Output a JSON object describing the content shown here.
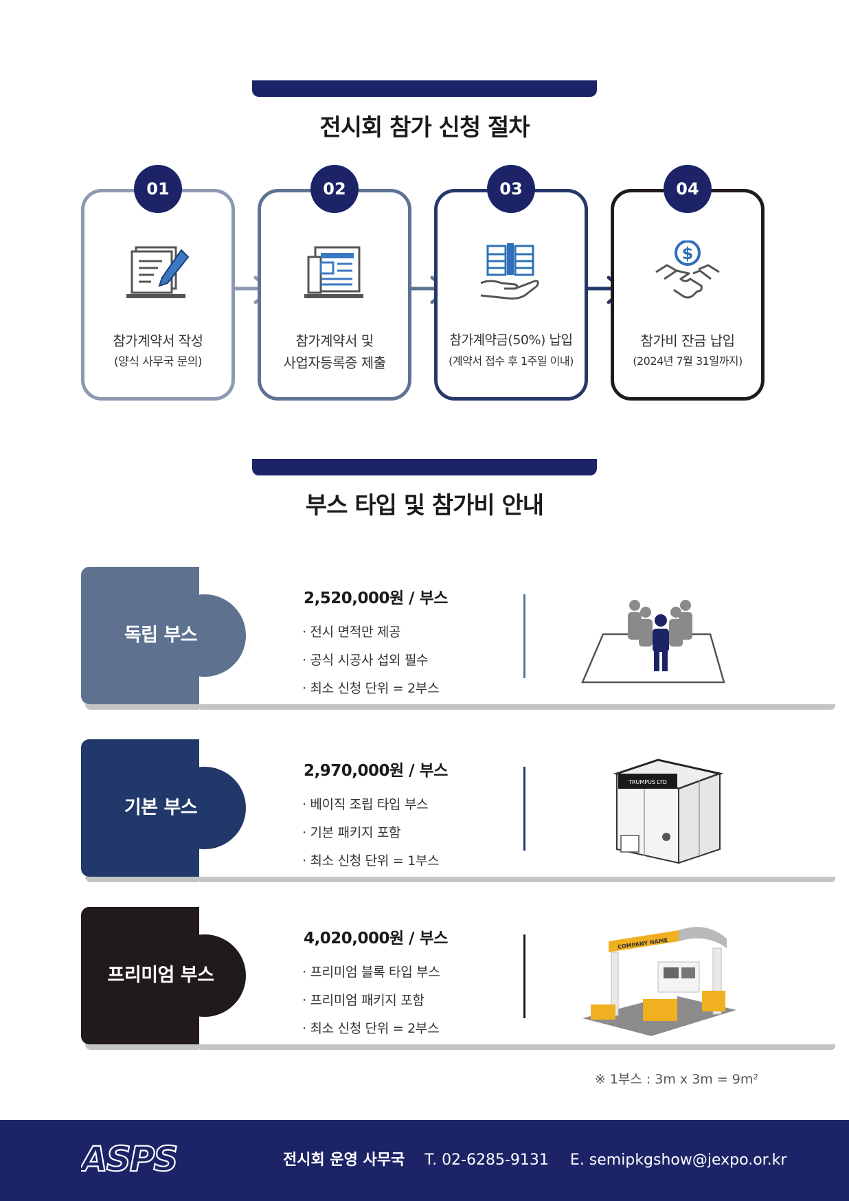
{
  "procedure": {
    "title": "전시회 참가 신청 절차",
    "steps": [
      {
        "num": "01",
        "line1": "참가계약서 작성",
        "line2": "(양식 사무국 문의)",
        "icon": "contract-writing-icon",
        "border": "#8d99b3"
      },
      {
        "num": "02",
        "line1": "참가계약서 및",
        "line2": "사업자등록증 제출",
        "icon": "document-submit-icon",
        "border": "#5f7393"
      },
      {
        "num": "03",
        "line1": "참가계약금(50%) 납입",
        "line2": "(계약서 접수 후 1주일 이내)",
        "icon": "money-hand-icon",
        "border": "#24386a"
      },
      {
        "num": "04",
        "line1": "참가비 잔금 납입",
        "line2": "(2024년 7월 31일까지)",
        "icon": "handshake-dollar-icon",
        "border": "#211a1a"
      }
    ]
  },
  "booth": {
    "title": "부스 타입 및 참가비 안내",
    "types": [
      {
        "name": "독립 부스",
        "price": "2,520,000원 / 부스",
        "items": [
          "· 전시 면적만 제공",
          "· 공식 시공사 섭외 필수",
          "· 최소 신청 단위 = 2부스"
        ],
        "color": "#5e7290",
        "icon": "people-on-floor-icon"
      },
      {
        "name": "기본 부스",
        "price": "2,970,000원 / 부스",
        "items": [
          "· 베이직 조립 타입 부스",
          "· 기본 패키지 포함",
          "· 최소 신청 단위 = 1부스"
        ],
        "color": "#22386a",
        "icon": "basic-booth-image",
        "sign": "TRUMPUS LTD"
      },
      {
        "name": "프리미엄 부스",
        "price": "4,020,000원 / 부스",
        "items": [
          "· 프리미엄 블록 타입 부스",
          "· 프리미엄 패키지 포함",
          "· 최소 신청 단위 = 2부스"
        ],
        "color": "#211a1a",
        "icon": "premium-booth-image",
        "sign": "COMPANY NAME"
      }
    ],
    "note": "※ 1부스 : 3m x 3m = 9m²"
  },
  "footer": {
    "logo": "ASPS",
    "office": "전시회 운영 사무국",
    "tel": "T. 02-6285-9131",
    "email": "E.  semipkgshow@jexpo.or.kr"
  },
  "colors": {
    "navy": "#1c2467",
    "accent_blue": "#2f6fb8"
  }
}
